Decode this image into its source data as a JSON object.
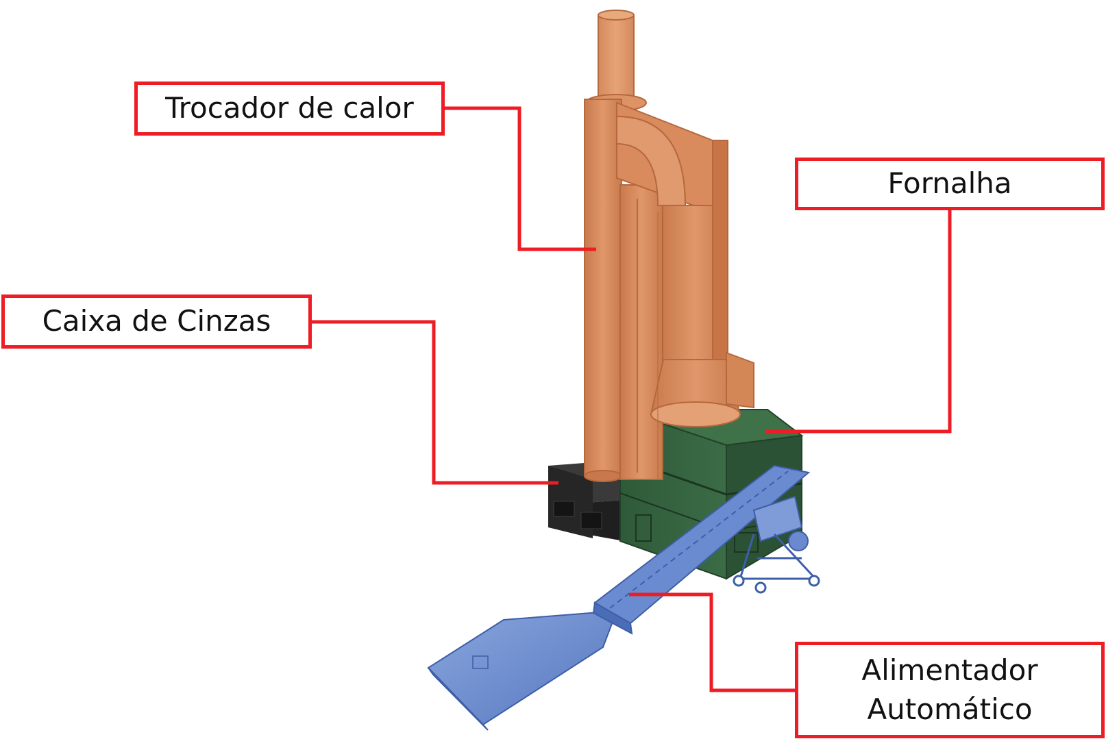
{
  "labels": {
    "trocador": "Trocador de calor",
    "fornalha": "Fornalha",
    "caixa": "Caixa de Cinzas",
    "alimentador_line1": "Alimentador",
    "alimentador_line2": "Automático"
  },
  "colors": {
    "callout_red": "#ee1c25",
    "heat_exchanger_orange": "#d98c5f",
    "furnace_green": "#3a6b45",
    "ash_box_black": "#2b2b2b",
    "feeder_blue": "#5b7fc6"
  }
}
